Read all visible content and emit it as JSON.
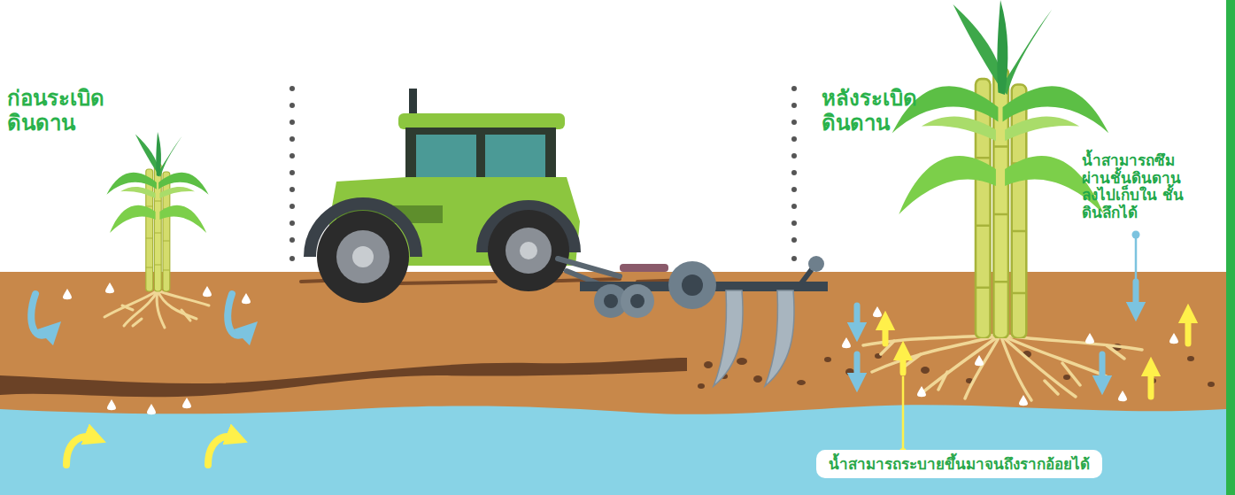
{
  "diagram": {
    "nodes": [
      {
        "text": [
          "น้ำสามารถระบายขึ้นมาจนถึงรากอ้อยได้"
        ]
      }
    ],
    "labels": [
      "ก่อนระเบิด ดินดาน",
      "หลังระเบิด ดินดาน",
      "น้ำสามารถซึม ผ่านชั้นดินดาน ลงไปเก็บใน ชั้นดินลึกได้"
    ]
  }
}
